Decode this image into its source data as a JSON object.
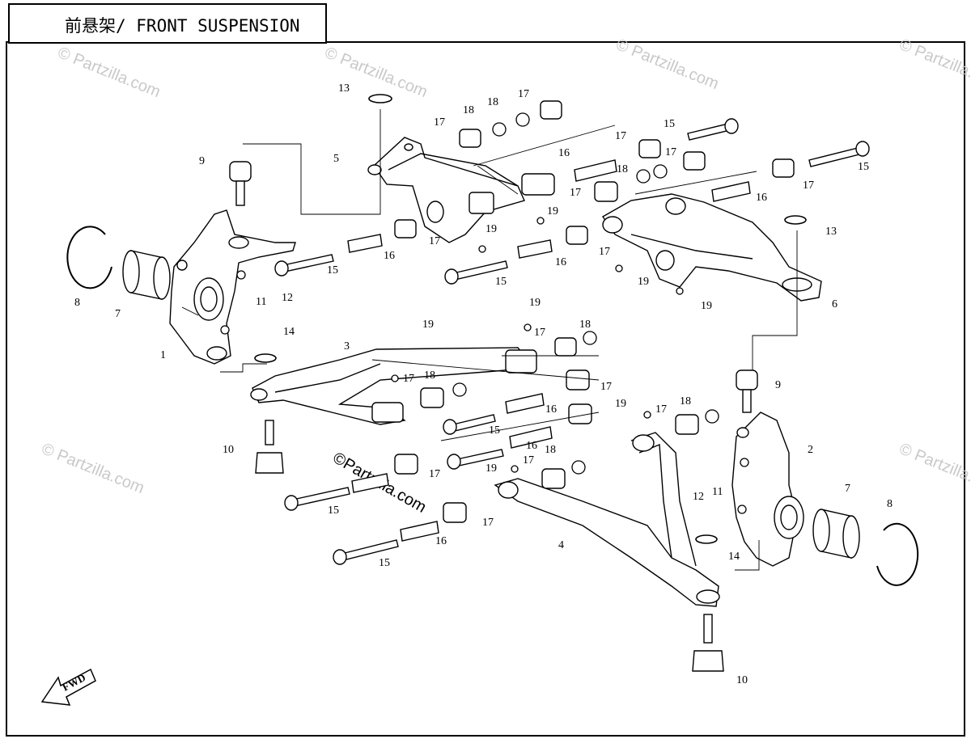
{
  "title": "前悬架/ FRONT SUSPENSION",
  "watermark": "© Partzilla.com",
  "watermark_main": "©Partzilla.com",
  "fwd_label": "FWD",
  "callouts": [
    {
      "id": "c1",
      "label": "1"
    },
    {
      "id": "c2",
      "label": "2"
    },
    {
      "id": "c3",
      "label": "3"
    },
    {
      "id": "c4",
      "label": "4"
    },
    {
      "id": "c5",
      "label": "5"
    },
    {
      "id": "c6",
      "label": "6"
    },
    {
      "id": "c7a",
      "label": "7"
    },
    {
      "id": "c7b",
      "label": "7"
    },
    {
      "id": "c8a",
      "label": "8"
    },
    {
      "id": "c8b",
      "label": "8"
    },
    {
      "id": "c9a",
      "label": "9"
    },
    {
      "id": "c9b",
      "label": "9"
    },
    {
      "id": "c10a",
      "label": "10"
    },
    {
      "id": "c10b",
      "label": "10"
    },
    {
      "id": "c11a",
      "label": "11"
    },
    {
      "id": "c11b",
      "label": "11"
    },
    {
      "id": "c12a",
      "label": "12"
    },
    {
      "id": "c12b",
      "label": "12"
    },
    {
      "id": "c13a",
      "label": "13"
    },
    {
      "id": "c13b",
      "label": "13"
    },
    {
      "id": "c14a",
      "label": "14"
    },
    {
      "id": "c14b",
      "label": "14"
    },
    {
      "id": "c15a",
      "label": "15"
    },
    {
      "id": "c15b",
      "label": "15"
    },
    {
      "id": "c15c",
      "label": "15"
    },
    {
      "id": "c15d",
      "label": "15"
    },
    {
      "id": "c15e",
      "label": "15"
    },
    {
      "id": "c15f",
      "label": "15"
    },
    {
      "id": "c15g",
      "label": "15"
    },
    {
      "id": "c16a",
      "label": "16"
    },
    {
      "id": "c16b",
      "label": "16"
    },
    {
      "id": "c16c",
      "label": "16"
    },
    {
      "id": "c16d",
      "label": "16"
    },
    {
      "id": "c16e",
      "label": "16"
    },
    {
      "id": "c16f",
      "label": "16"
    },
    {
      "id": "c16g",
      "label": "16"
    },
    {
      "id": "c17a",
      "label": "17"
    },
    {
      "id": "c17b",
      "label": "17"
    },
    {
      "id": "c17c",
      "label": "17"
    },
    {
      "id": "c17d",
      "label": "17"
    },
    {
      "id": "c17e",
      "label": "17"
    },
    {
      "id": "c17f",
      "label": "17"
    },
    {
      "id": "c17g",
      "label": "17"
    },
    {
      "id": "c17h",
      "label": "17"
    },
    {
      "id": "c17i",
      "label": "17"
    },
    {
      "id": "c17j",
      "label": "17"
    },
    {
      "id": "c17k",
      "label": "17"
    },
    {
      "id": "c17l",
      "label": "17"
    },
    {
      "id": "c17m",
      "label": "17"
    },
    {
      "id": "c17n",
      "label": "17"
    },
    {
      "id": "c17o",
      "label": "17"
    },
    {
      "id": "c18a",
      "label": "18"
    },
    {
      "id": "c18b",
      "label": "18"
    },
    {
      "id": "c18c",
      "label": "18"
    },
    {
      "id": "c18d",
      "label": "18"
    },
    {
      "id": "c18e",
      "label": "18"
    },
    {
      "id": "c18f",
      "label": "18"
    },
    {
      "id": "c18g",
      "label": "18"
    },
    {
      "id": "c19a",
      "label": "19"
    },
    {
      "id": "c19b",
      "label": "19"
    },
    {
      "id": "c19c",
      "label": "19"
    },
    {
      "id": "c19d",
      "label": "19"
    },
    {
      "id": "c19e",
      "label": "19"
    },
    {
      "id": "c19f",
      "label": "19"
    },
    {
      "id": "c19g",
      "label": "19"
    },
    {
      "id": "c19h",
      "label": "19"
    }
  ]
}
